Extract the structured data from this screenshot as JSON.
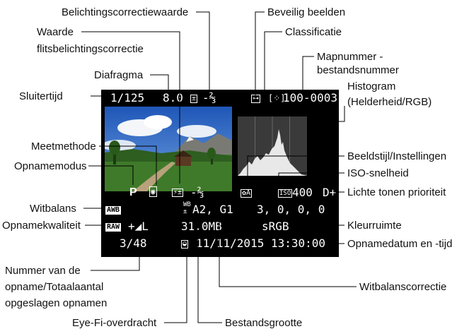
{
  "labels": {
    "belichtingscorrectie": "Belichtingscorrectiewaarde",
    "flits_1": "Waarde",
    "flits_2": "flitsbelichtingscorrectie",
    "diafragma": "Diafragma",
    "sluitertijd": "Sluitertijd",
    "meetmethode": "Meetmethode",
    "opnamemodus": "Opnamemodus",
    "witbalans": "Witbalans",
    "opnamekwaliteit": "Opnamekwaliteit",
    "nummer_1": "Nummer van de",
    "nummer_2": "opname/Totaalaantal",
    "nummer_3": "opgeslagen opnamen",
    "eyefi": "Eye-Fi-overdracht",
    "bestandsgrootte": "Bestandsgrootte",
    "witbalanscorrectie": "Witbalanscorrectie",
    "beveilig": "Beveilig beelden",
    "classificatie": "Classificatie",
    "mapnummer_1": "Mapnummer -",
    "mapnummer_2": "bestandsnummer",
    "histogram_1": "Histogram",
    "histogram_2": "(Helderheid/RGB)",
    "beeldstijl": "Beeldstijl/Instellingen",
    "iso": "ISO-snelheid",
    "lichte_tonen": "Lichte tonen prioriteit",
    "kleurruimte": "Kleurruimte",
    "opnamedatum": "Opnamedatum en -tijd"
  },
  "screen": {
    "shutter": "1/125",
    "aperture": "8.0",
    "exposure_comp": "-⅔",
    "folder_file": "100-0003",
    "mode": "P",
    "flash_comp": "-⅔",
    "iso_badge": "ISO",
    "iso": "400",
    "d_plus": "D+",
    "awb": "AWB",
    "wb_shift": "A2, G1",
    "style_values": "3,  0,  0,  0",
    "raw": "RAW",
    "quality": "+◢L",
    "file_size": "31.0MB",
    "color_space": "sRGB",
    "counter": "3/48",
    "datetime": "11/11/2015 13:30:00"
  },
  "icons": {
    "protect": "key-icon",
    "rating": "star-rating-icon",
    "metering": "evaluative-metering-icon",
    "eyefi": "wifi-icon",
    "style": "picture-style-icon"
  },
  "colors": {
    "screen_bg": "#000000",
    "leader_line": "#000000"
  }
}
